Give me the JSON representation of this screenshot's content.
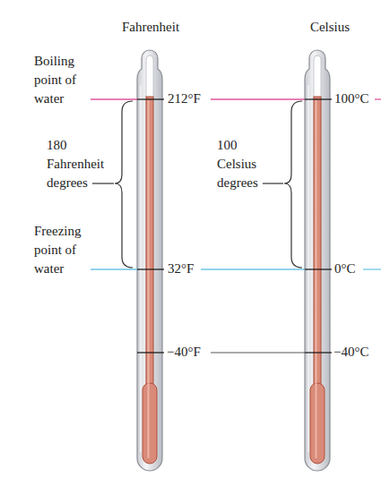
{
  "diagram": {
    "labels": [
      "Fahrenheit",
      "Celsius",
      "Boiling point of water",
      "212°F",
      "100°C",
      "180 Fahrenheit degrees",
      "100 Celsius degrees",
      "Freezing point of water",
      "32°F",
      "0°C",
      "−40°F",
      "−40°C"
    ]
  }
}
